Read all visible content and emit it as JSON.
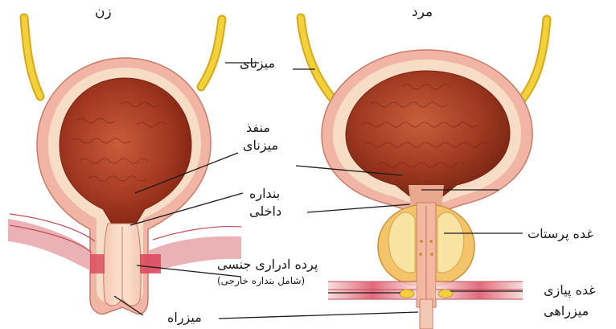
{
  "headings": {
    "female": "زن",
    "male": "مرد"
  },
  "labels": {
    "ureter": "میزنای",
    "ureter_left": "میزنای",
    "ureteral_orifice_line1": "منفذ",
    "ureteral_orifice_line2": "میزنای",
    "internal_sphincter_line1": "بنداره",
    "internal_sphincter_line2": "داخلی",
    "urogenital_diaphragm": "پرده ادراری جنسی",
    "urogenital_diaphragm_note": "(شامل بنداره خارجی)",
    "urethra": "میزراه",
    "prostate": "غده پرستات",
    "bulbourethral_gland": "غده پیازی",
    "bulbourethral_gland_line2": "میزراهی"
  },
  "colors": {
    "ureter_fill": "#f2d23a",
    "ureter_stroke": "#d9a81a",
    "bladder_outer": "#f1b5a5",
    "bladder_wall": "#f7dcc6",
    "bladder_inner": "#b2402a",
    "bladder_inner_dark": "#8a2a18",
    "prostate_fill": "#f3c46a",
    "prostate_light": "#f9e3a2",
    "diaphragm_red": "#d9455a",
    "leader_line": "#1a1a1a"
  }
}
